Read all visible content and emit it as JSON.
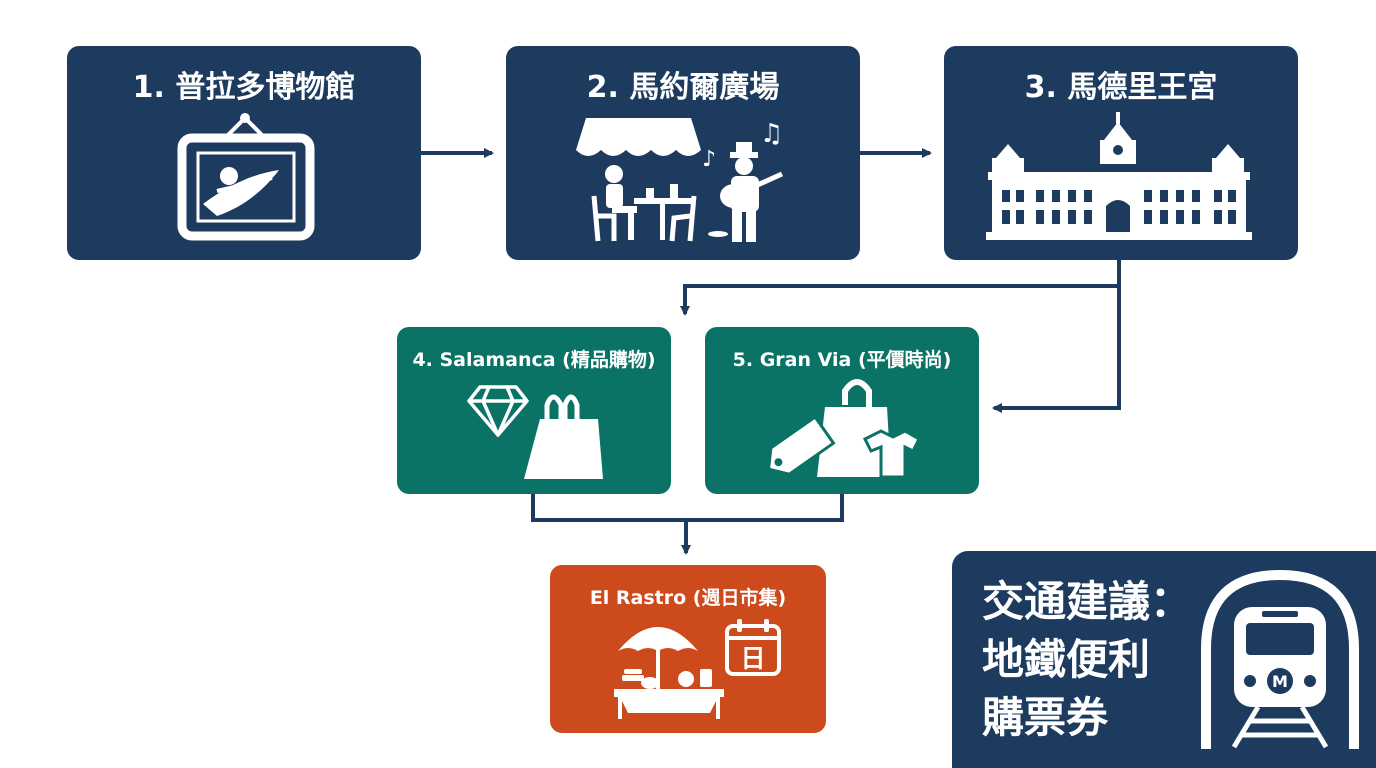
{
  "nodes": {
    "prado": "1. 普拉多博物館",
    "plaza_mayor": "2. 馬約爾廣場",
    "royal_palace": "3. 馬德里王宮",
    "salamanca": "4. Salamanca (精品購物)",
    "gran_via": "5. Gran Via (平價時尚)",
    "rastro": "El Rastro (週日市集)"
  },
  "calendar_glyph": "日",
  "metro_glyph": "M",
  "transit": {
    "line1": "交通建議：",
    "line2": "地鐵便利",
    "line3": "購票券"
  },
  "colors": {
    "navy": "#1d3a5f",
    "teal": "#0b7266",
    "orange": "#cc4a1c",
    "connector": "#1d3a5f"
  }
}
